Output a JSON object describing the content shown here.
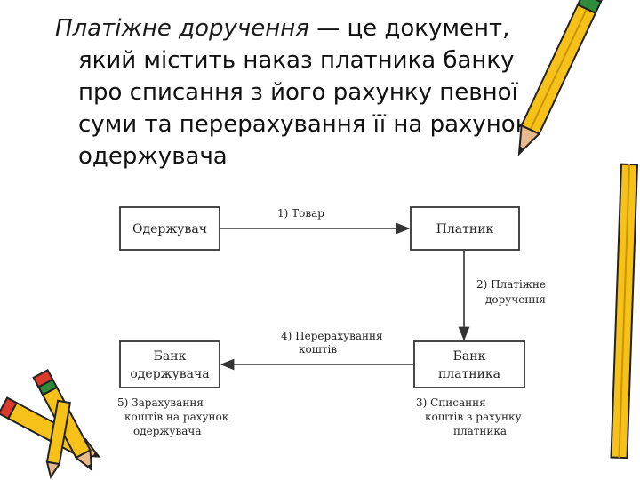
{
  "definition": {
    "term": "Платіжне доручення",
    "dash": "—",
    "line1_rest": "це документ,",
    "line2": "який містить наказ платника банку",
    "line3": "про списання з його рахунку певної",
    "line4": "суми та перерахування її на рахунок",
    "line5": "одержувача"
  },
  "diagram": {
    "boxes": {
      "recipient": "Одержувач",
      "payer": "Платник",
      "recipient_bank_l1": "Банк",
      "recipient_bank_l2": "одержувача",
      "payer_bank_l1": "Банк",
      "payer_bank_l2": "платника"
    },
    "steps": {
      "s1": "1) Товар",
      "s2_l1": "2) Платіжне",
      "s2_l2": "доручення",
      "s3_l1": "3) Списання",
      "s3_l2": "коштів з рахунку",
      "s3_l3": "платника",
      "s4_l1": "4) Перерахування",
      "s4_l2": "коштів",
      "s5_l1": "5) Зарахування",
      "s5_l2": "коштів на рахунок",
      "s5_l3": "одержувача"
    }
  },
  "colors": {
    "pencil_body": "#f6c21a",
    "pencil_tip": "#e8b98a",
    "pencil_eraser": "#d93a2b",
    "pencil_band": "#2e8b3a"
  }
}
